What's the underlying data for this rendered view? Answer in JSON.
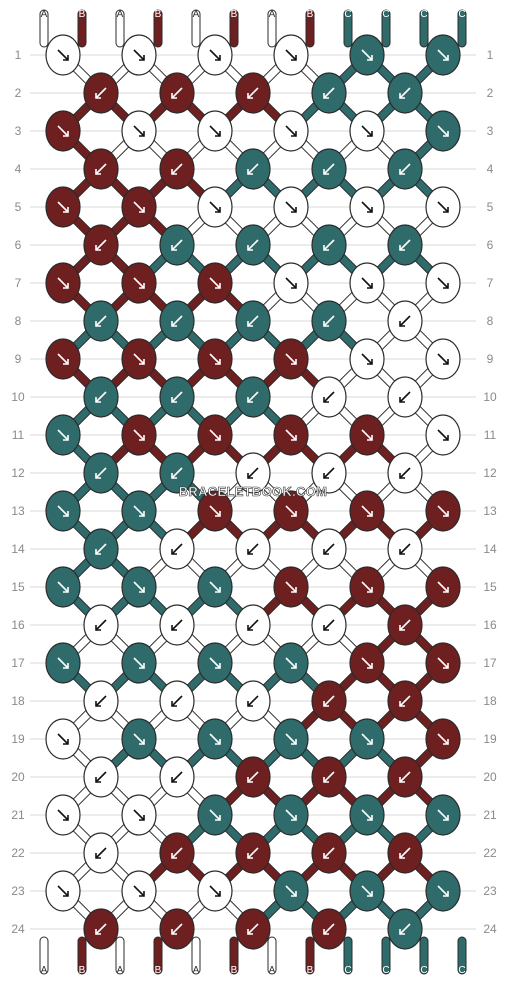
{
  "colors": {
    "A": "#ffffff",
    "B": "#6e1f1f",
    "C": "#2f6b6b",
    "outline": "#2b2b2b",
    "guide": "#d9d9d9"
  },
  "strands": {
    "top": [
      "A",
      "B",
      "A",
      "B",
      "A",
      "B",
      "A",
      "B",
      "C",
      "C",
      "C",
      "C"
    ],
    "bottom": [
      "A",
      "B",
      "A",
      "B",
      "A",
      "B",
      "A",
      "B",
      "C",
      "C",
      "C",
      "C"
    ]
  },
  "rows": [
    {
      "label": "1",
      "knots": [
        [
          "A",
          "dr"
        ],
        [
          "A",
          "dr"
        ],
        [
          "A",
          "dr"
        ],
        [
          "A",
          "dr"
        ],
        [
          "C",
          "dr"
        ],
        [
          "C",
          "dr"
        ]
      ]
    },
    {
      "label": "2",
      "knots": [
        [
          "B",
          "dl"
        ],
        [
          "B",
          "dl"
        ],
        [
          "B",
          "dl"
        ],
        [
          "C",
          "dl"
        ],
        [
          "C",
          "dl"
        ]
      ]
    },
    {
      "label": "3",
      "knots": [
        [
          "B",
          "dr"
        ],
        [
          "A",
          "dr"
        ],
        [
          "A",
          "dr"
        ],
        [
          "A",
          "dr"
        ],
        [
          "A",
          "dr"
        ],
        [
          "C",
          "dr"
        ]
      ]
    },
    {
      "label": "4",
      "knots": [
        [
          "B",
          "dl"
        ],
        [
          "B",
          "dl"
        ],
        [
          "C",
          "dl"
        ],
        [
          "C",
          "dl"
        ],
        [
          "C",
          "dl"
        ]
      ]
    },
    {
      "label": "5",
      "knots": [
        [
          "B",
          "dr"
        ],
        [
          "B",
          "dr"
        ],
        [
          "A",
          "dr"
        ],
        [
          "A",
          "dr"
        ],
        [
          "A",
          "dr"
        ],
        [
          "A",
          "dr"
        ]
      ]
    },
    {
      "label": "6",
      "knots": [
        [
          "B",
          "dl"
        ],
        [
          "C",
          "dl"
        ],
        [
          "C",
          "dl"
        ],
        [
          "C",
          "dl"
        ],
        [
          "C",
          "dl"
        ]
      ]
    },
    {
      "label": "7",
      "knots": [
        [
          "B",
          "dr"
        ],
        [
          "B",
          "dr"
        ],
        [
          "B",
          "dr"
        ],
        [
          "A",
          "dr"
        ],
        [
          "A",
          "dr"
        ],
        [
          "A",
          "dr"
        ]
      ]
    },
    {
      "label": "8",
      "knots": [
        [
          "C",
          "dl"
        ],
        [
          "C",
          "dl"
        ],
        [
          "C",
          "dl"
        ],
        [
          "C",
          "dl"
        ],
        [
          "A",
          "dl"
        ]
      ]
    },
    {
      "label": "9",
      "knots": [
        [
          "B",
          "dr"
        ],
        [
          "B",
          "dr"
        ],
        [
          "B",
          "dr"
        ],
        [
          "B",
          "dr"
        ],
        [
          "A",
          "dr"
        ],
        [
          "A",
          "dr"
        ]
      ]
    },
    {
      "label": "10",
      "knots": [
        [
          "C",
          "dl"
        ],
        [
          "C",
          "dl"
        ],
        [
          "C",
          "dl"
        ],
        [
          "A",
          "dl"
        ],
        [
          "A",
          "dl"
        ]
      ]
    },
    {
      "label": "11",
      "knots": [
        [
          "C",
          "dr"
        ],
        [
          "B",
          "dr"
        ],
        [
          "B",
          "dr"
        ],
        [
          "B",
          "dr"
        ],
        [
          "B",
          "dr"
        ],
        [
          "A",
          "dr"
        ]
      ]
    },
    {
      "label": "12",
      "knots": [
        [
          "C",
          "dl"
        ],
        [
          "C",
          "dl"
        ],
        [
          "A",
          "dl"
        ],
        [
          "A",
          "dl"
        ],
        [
          "A",
          "dl"
        ]
      ]
    },
    {
      "label": "13",
      "knots": [
        [
          "C",
          "dr"
        ],
        [
          "C",
          "dr"
        ],
        [
          "B",
          "dr"
        ],
        [
          "B",
          "dr"
        ],
        [
          "B",
          "dr"
        ],
        [
          "B",
          "dr"
        ]
      ]
    },
    {
      "label": "14",
      "knots": [
        [
          "C",
          "dl"
        ],
        [
          "A",
          "dl"
        ],
        [
          "A",
          "dl"
        ],
        [
          "A",
          "dl"
        ],
        [
          "A",
          "dl"
        ]
      ]
    },
    {
      "label": "15",
      "knots": [
        [
          "C",
          "dr"
        ],
        [
          "C",
          "dr"
        ],
        [
          "C",
          "dr"
        ],
        [
          "B",
          "dr"
        ],
        [
          "B",
          "dr"
        ],
        [
          "B",
          "dr"
        ]
      ]
    },
    {
      "label": "16",
      "knots": [
        [
          "A",
          "dl"
        ],
        [
          "A",
          "dl"
        ],
        [
          "A",
          "dl"
        ],
        [
          "A",
          "dl"
        ],
        [
          "B",
          "dl"
        ]
      ]
    },
    {
      "label": "17",
      "knots": [
        [
          "C",
          "dr"
        ],
        [
          "C",
          "dr"
        ],
        [
          "C",
          "dr"
        ],
        [
          "C",
          "dr"
        ],
        [
          "B",
          "dr"
        ],
        [
          "B",
          "dr"
        ]
      ]
    },
    {
      "label": "18",
      "knots": [
        [
          "A",
          "dl"
        ],
        [
          "A",
          "dl"
        ],
        [
          "A",
          "dl"
        ],
        [
          "B",
          "dl"
        ],
        [
          "B",
          "dl"
        ]
      ]
    },
    {
      "label": "19",
      "knots": [
        [
          "A",
          "dr"
        ],
        [
          "C",
          "dr"
        ],
        [
          "C",
          "dr"
        ],
        [
          "C",
          "dr"
        ],
        [
          "C",
          "dr"
        ],
        [
          "B",
          "dr"
        ]
      ]
    },
    {
      "label": "20",
      "knots": [
        [
          "A",
          "dl"
        ],
        [
          "A",
          "dl"
        ],
        [
          "B",
          "dl"
        ],
        [
          "B",
          "dl"
        ],
        [
          "B",
          "dl"
        ]
      ]
    },
    {
      "label": "21",
      "knots": [
        [
          "A",
          "dr"
        ],
        [
          "A",
          "dr"
        ],
        [
          "C",
          "dr"
        ],
        [
          "C",
          "dr"
        ],
        [
          "C",
          "dr"
        ],
        [
          "C",
          "dr"
        ]
      ]
    },
    {
      "label": "22",
      "knots": [
        [
          "A",
          "dl"
        ],
        [
          "B",
          "dl"
        ],
        [
          "B",
          "dl"
        ],
        [
          "B",
          "dl"
        ],
        [
          "B",
          "dl"
        ]
      ]
    },
    {
      "label": "23",
      "knots": [
        [
          "A",
          "dr"
        ],
        [
          "A",
          "dr"
        ],
        [
          "A",
          "dr"
        ],
        [
          "C",
          "dr"
        ],
        [
          "C",
          "dr"
        ],
        [
          "C",
          "dr"
        ]
      ]
    },
    {
      "label": "24",
      "knots": [
        [
          "B",
          "dl"
        ],
        [
          "B",
          "dl"
        ],
        [
          "B",
          "dl"
        ],
        [
          "B",
          "dl"
        ],
        [
          "C",
          "dl"
        ]
      ]
    }
  ],
  "watermark": "BRACELETBOOK.COM"
}
